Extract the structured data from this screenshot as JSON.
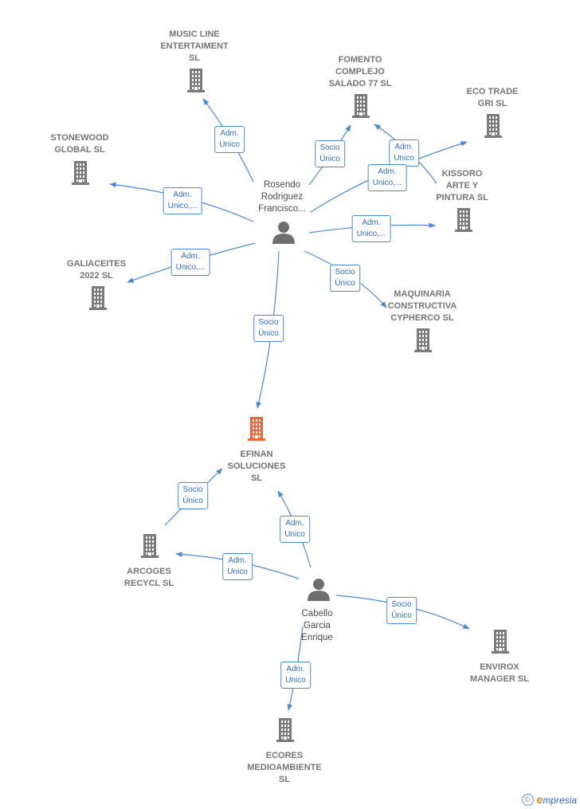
{
  "nodes": [
    {
      "id": "music",
      "type": "company",
      "lines": [
        "MUSIC LINE",
        "ENTERTAIMENT",
        "SL"
      ]
    },
    {
      "id": "fomento",
      "type": "company",
      "lines": [
        "FOMENTO",
        "COMPLEJO",
        "SALADO 77  SL"
      ]
    },
    {
      "id": "ecotrade",
      "type": "company",
      "lines": [
        "ECO TRADE",
        "GRI  SL"
      ]
    },
    {
      "id": "stonewood",
      "type": "company",
      "lines": [
        "STONEWOOD",
        "GLOBAL  SL"
      ]
    },
    {
      "id": "kissoro",
      "type": "company",
      "lines": [
        "KISSORO",
        "ARTE Y",
        "PINTURA  SL"
      ]
    },
    {
      "id": "galiaceites",
      "type": "company",
      "lines": [
        "GALIACEITES",
        "2022  SL"
      ]
    },
    {
      "id": "maquinaria",
      "type": "company",
      "lines": [
        "MAQUINARIA",
        "CONSTRUCTIVA",
        "CYPHERCO  SL"
      ]
    },
    {
      "id": "efinan",
      "type": "focal",
      "lines": [
        "EFINAN",
        "SOLUCIONES",
        "SL"
      ]
    },
    {
      "id": "arcoges",
      "type": "company",
      "lines": [
        "ARCOGES",
        "RECYCL  SL"
      ]
    },
    {
      "id": "envirox",
      "type": "company",
      "lines": [
        "ENVIROX",
        "MANAGER  SL"
      ]
    },
    {
      "id": "ecores",
      "type": "company",
      "lines": [
        "ECORES",
        "MEDIOAMBIENTE",
        "SL"
      ]
    },
    {
      "id": "rosendo",
      "type": "person",
      "lines": [
        "Rosendo",
        "Rodriguez",
        "Francisco..."
      ]
    },
    {
      "id": "cabello",
      "type": "person",
      "lines": [
        "Cabello",
        "Garcia",
        "Enrique"
      ]
    }
  ],
  "edges": [
    {
      "from": "rosendo",
      "to": "music",
      "label": [
        "Adm.",
        "Unico"
      ]
    },
    {
      "from": "rosendo",
      "to": "fomento",
      "label": [
        "Socio",
        "Único"
      ]
    },
    {
      "from": "rosendo",
      "to": "kissoro_top",
      "label": [
        "Adm.",
        "Unico"
      ]
    },
    {
      "from": "rosendo",
      "to": "ecotrade",
      "label": [
        "Adm.",
        "Unico,..."
      ]
    },
    {
      "from": "rosendo",
      "to": "stonewood",
      "label": [
        "Adm.",
        "Unico,..."
      ]
    },
    {
      "from": "rosendo",
      "to": "kissoro",
      "label": [
        "Adm.",
        "Unico,..."
      ]
    },
    {
      "from": "rosendo",
      "to": "galiaceites",
      "label": [
        "Adm.",
        "Unico,..."
      ]
    },
    {
      "from": "rosendo",
      "to": "maquinaria",
      "label": [
        "Socio",
        "Único"
      ]
    },
    {
      "from": "rosendo",
      "to": "efinan",
      "label": [
        "Socio",
        "Único"
      ]
    },
    {
      "from": "arcoges",
      "to": "efinan",
      "label": [
        "Socio",
        "Único"
      ]
    },
    {
      "from": "cabello",
      "to": "efinan",
      "label": [
        "Adm.",
        "Unico"
      ]
    },
    {
      "from": "cabello",
      "to": "arcoges",
      "label": [
        "Adm.",
        "Unico"
      ]
    },
    {
      "from": "cabello",
      "to": "envirox",
      "label": [
        "Socio",
        "Único"
      ]
    },
    {
      "from": "cabello",
      "to": "ecores",
      "label": [
        "Adm.",
        "Unico"
      ]
    }
  ],
  "colors": {
    "edge": "#4a89d8",
    "company": "#7a7a7a",
    "focal": "#f0643a",
    "person": "#6e6e6e"
  },
  "footer": {
    "copyright": "©",
    "brand_initial": "e",
    "brand_rest": "mpresia"
  }
}
